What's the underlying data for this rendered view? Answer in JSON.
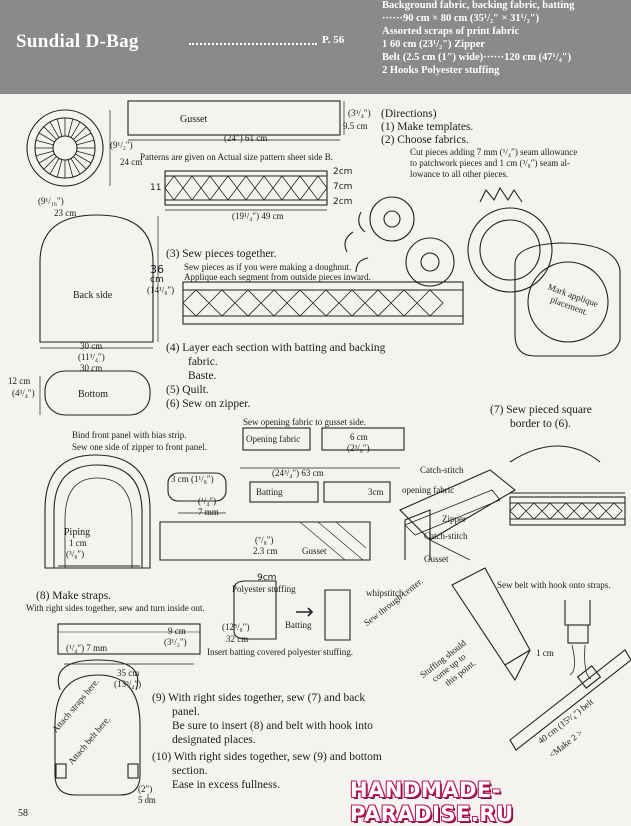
{
  "header": {
    "title": "Sundial D-Bag",
    "page_ref": "P. 56",
    "materials": [
      "Background fabric, backing fabric, batting",
      "······90 cm × 80 cm (35¹/₂″ × 31¹/₂″)",
      "Assorted scraps of print fabric",
      "1   60 cm (23¹/₂″) Zipper",
      "Belt (2.5 cm (1″) wide)······120 cm (47¹/₄″)",
      "2   Hooks   Polyester stuffing"
    ]
  },
  "top": {
    "gusset_label": "Gusset",
    "gusset_height": "(3³/₄″)",
    "gusset_height_cm": "9.5 cm",
    "gusset_length": "(24″) 61 cm",
    "circle_height": "(9¹/₂″)",
    "circle_height_cm": "24 cm",
    "patterns_note": "Patterns are given on Actual size pattern sheet side B.",
    "circle_width": "(9¹/₁₆″)",
    "circle_width_cm": "23 cm",
    "strip_11": "11",
    "strip_2a": "2cm",
    "strip_7": "7cm",
    "strip_2b": "2cm",
    "strip_length": "(19¹/₄″) 49 cm"
  },
  "directions": {
    "heading": "(Directions)",
    "step1": "(1)  Make templates.",
    "step2": "(2)  Choose fabrics.",
    "step2_note": [
      "Cut pieces adding 7 mm (¹/₄″) seam allowance",
      "to patchwork pieces and 1 cm (³/₈″) seam al-",
      "lowance to all other pieces."
    ],
    "step3": "(3)  Sew pieces together.",
    "step3_note": [
      "Sew pieces as if you were making a doughnut.",
      "Applique each segment from outside pieces inward."
    ],
    "mark_applique": "Mark applique placement.",
    "step4": [
      "(4)  Layer each section with batting and backing",
      "fabric.",
      "Baste."
    ],
    "step5": "(5)  Quilt.",
    "step6": "(6)  Sew on zipper.",
    "step7": [
      "(7)  Sew pieced square",
      "border to (6)."
    ],
    "step8": "(8)  Make straps.",
    "step8_note": "With right sides together, sew and turn inside out.",
    "step9": [
      "(9)  With right sides together, sew (7) and back",
      "panel.",
      "Be sure to insert (8) and belt with hook into",
      "designated places."
    ],
    "step10": [
      "(10) With right sides together, sew (9) and bottom",
      "section.",
      "Ease in excess fullness."
    ]
  },
  "back": {
    "label": "Back side",
    "height_36": "36",
    "height_cm": "cm",
    "height_in": "(14¹/₈″)",
    "width_cm": "30 cm",
    "width_in": "(11³/₄″)"
  },
  "bottom": {
    "label": "Bottom",
    "width": "30 cm",
    "height_cm": "12 cm",
    "height_in": "(4³/₄″)"
  },
  "zipper": {
    "bind_note": "Bind front panel with bias strip.",
    "sew_side_note": "Sew one side of  zipper to front panel.",
    "opening_note": "Sew opening fabric to gusset side.",
    "opening_fabric": "Opening fabric",
    "six_cm": "6 cm",
    "six_in": "(2³/₈″)",
    "length": "(24³/₄″) 63 cm",
    "batting": "Batting",
    "three_cm": "3cm",
    "three_cm_left": "3 cm (1¹/₈″)",
    "quarter": "(¹/₄″)",
    "seven_mm": "7 mm",
    "seven_eighth": "(⁷/₈″)",
    "two_three_cm": "2.3 cm",
    "gusset": "Gusset",
    "piping": "Piping",
    "piping_cm": "1 cm",
    "piping_in": "(³/₈″)",
    "catch_stitch": "Catch-stitch",
    "opening_fabric2": "opening fabric",
    "zipper_lbl": "Zipper",
    "catch_stitch2": "Catch-stitch",
    "gusset2": "Gusset"
  },
  "straps": {
    "nine_cm_top": "9cm",
    "polyester": "Polyester stuffing",
    "twelve": "(12⁵/₈″)",
    "thirtytwo": "32 cm",
    "batting": "Batting",
    "whipstitch": "whipstitch",
    "through_center": "Sew through center.",
    "insert_note": "Insert batting covered polyester stuffing.",
    "quarter": "(¹/₄″) 7 mm",
    "nine_cm": "9 cm",
    "three_half": "(3¹/₂″)",
    "thirtyfive": "35 cm",
    "thirteen": "(13³/₄″)",
    "stuffing_note": [
      "Stuffing should",
      "come up to",
      "this point."
    ],
    "one_cm": "1 cm",
    "belt_hook": "Sew belt with hook onto straps.",
    "forty": "40 cm (15³/₄″) belt",
    "make2": "<Make 2 >"
  },
  "bag": {
    "attach_straps": "Attach straps here.",
    "attach_belt": "Attach belt here.",
    "two_in": "(2″)",
    "five_cm": "5 cm"
  },
  "footer": {
    "page_number": "58",
    "watermark": "HANDMADE-PARADISE.RU"
  }
}
